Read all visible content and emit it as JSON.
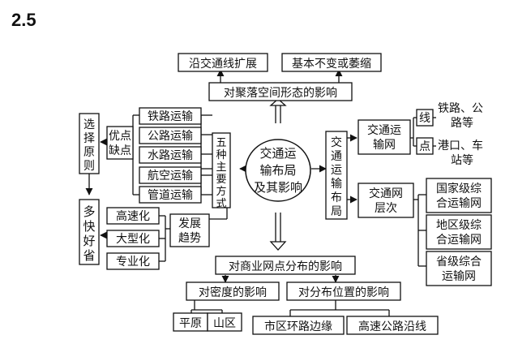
{
  "section_number": "2.5",
  "center": [
    "交通运",
    "输布局",
    "及其影响"
  ],
  "settlement": {
    "title": "对聚落空间形态的影响",
    "left": "沿交通线扩展",
    "right": "基本不变或萎缩"
  },
  "modes": {
    "title": [
      "五",
      "种",
      "主",
      "要",
      "方",
      "式"
    ],
    "items": [
      "铁路运输",
      "公路运输",
      "水路运输",
      "航空运输",
      "管道运输"
    ],
    "pros_cons": [
      "优点",
      "缺点"
    ],
    "principle": [
      "选",
      "择",
      "原",
      "则"
    ],
    "principle_result": [
      "多",
      "快",
      "好",
      "省"
    ]
  },
  "trend": {
    "title": [
      "发展",
      "趋势"
    ],
    "items": [
      "高速化",
      "大型化",
      "专业化"
    ]
  },
  "layout_branch": {
    "title": [
      "交",
      "通",
      "运",
      "输",
      "布",
      "局"
    ],
    "network": [
      "交通运",
      "输网"
    ],
    "line_label": "线",
    "point_label": "点",
    "line_items": [
      "铁路、公",
      "路等"
    ],
    "point_items": [
      "港口、车",
      "站等"
    ],
    "levels_title": [
      "交通网",
      "层次"
    ],
    "levels": [
      [
        "国家级综",
        "合运输网"
      ],
      [
        "地区级综",
        "合运输网"
      ],
      [
        "省级综合",
        "运输网"
      ]
    ]
  },
  "commerce": {
    "title": "对商业网点分布的影响",
    "density": "对密度的影响",
    "density_items": [
      "平原",
      "山区"
    ],
    "location": "对分布位置的影响",
    "location_items": [
      "市区环路边缘",
      "高速公路沿线"
    ]
  }
}
